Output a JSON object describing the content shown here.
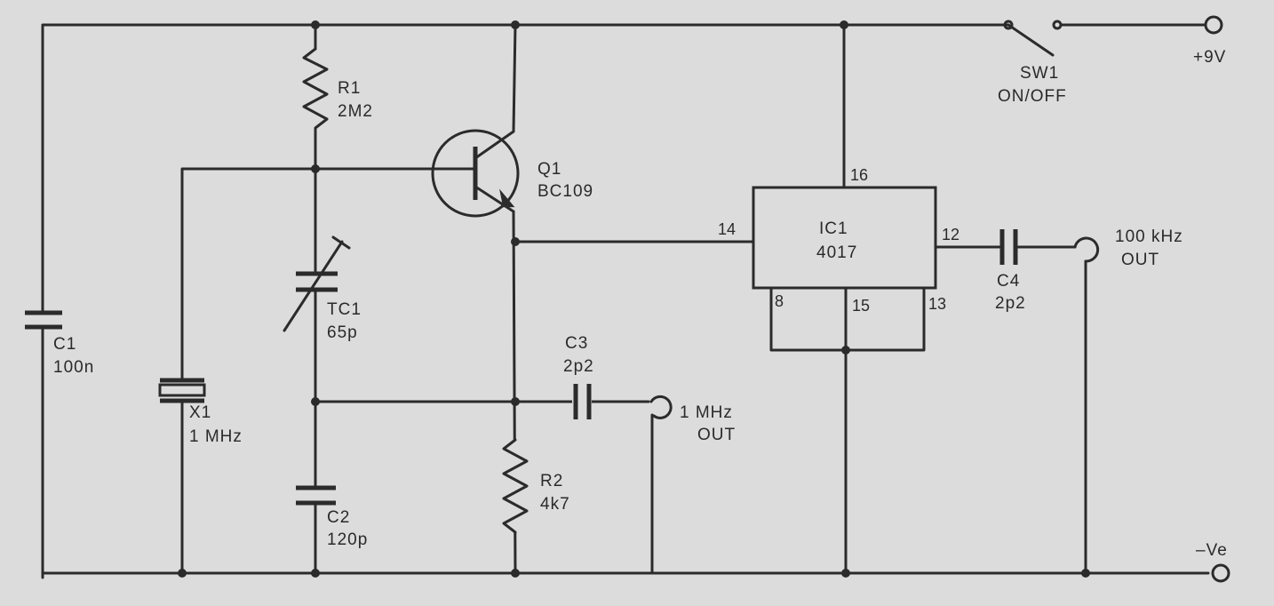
{
  "components": {
    "r1": {
      "ref": "R1",
      "value": "2M2"
    },
    "r2": {
      "ref": "R2",
      "value": "4k7"
    },
    "q1": {
      "ref": "Q1",
      "value": "BC109"
    },
    "tc1": {
      "ref": "TC1",
      "value": "65p"
    },
    "c1": {
      "ref": "C1",
      "value": "100n"
    },
    "c2": {
      "ref": "C2",
      "value": "120p"
    },
    "c3": {
      "ref": "C3",
      "value": "2p2"
    },
    "c4": {
      "ref": "C4",
      "value": "2p2"
    },
    "x1": {
      "ref": "X1",
      "value": "1 MHz"
    },
    "sw1": {
      "ref": "SW1",
      "value": "ON/OFF"
    },
    "ic1": {
      "ref": "IC1",
      "value": "4017",
      "pins": {
        "p16": "16",
        "p14": "14",
        "p12": "12",
        "p8": "8",
        "p15": "15",
        "p13": "13"
      }
    }
  },
  "terminals": {
    "supply": "+9V",
    "ground": "–Ve",
    "out_1mhz": {
      "line1": "1 MHz",
      "line2": "OUT"
    },
    "out_100khz": {
      "line1": "100 kHz",
      "line2": "OUT"
    }
  },
  "colors": {
    "ink": "#2b2b2b",
    "paper": "#dcdcdc"
  }
}
